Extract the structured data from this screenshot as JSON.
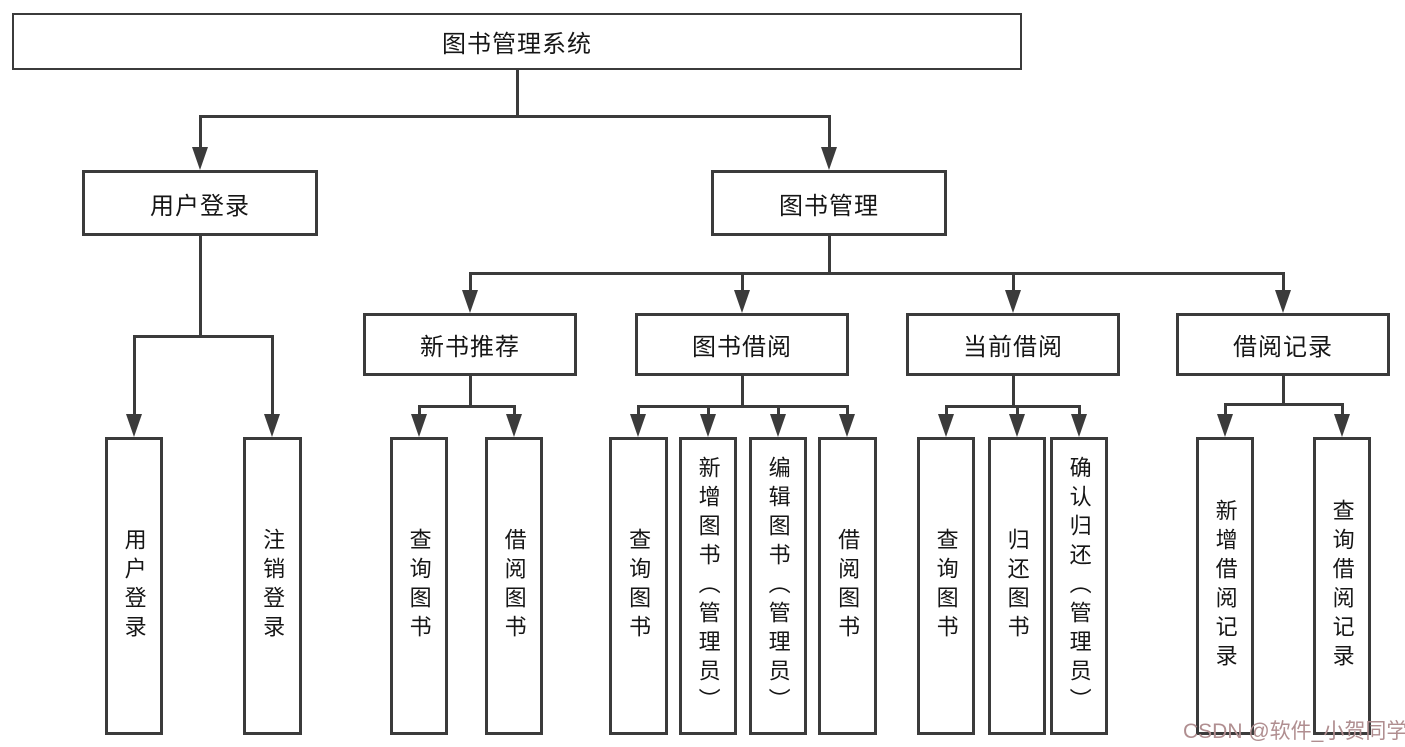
{
  "diagram": {
    "title_node": {
      "label": "图书管理系统"
    },
    "level2": [
      {
        "label": "用户登录"
      },
      {
        "label": "图书管理"
      }
    ],
    "level3": [
      {
        "label": "新书推荐"
      },
      {
        "label": "图书借阅"
      },
      {
        "label": "当前借阅"
      },
      {
        "label": "借阅记录"
      }
    ],
    "leaves": {
      "user_login": [
        "用户登录",
        "注销登录"
      ],
      "new_book": [
        "查询图书",
        "借阅图书"
      ],
      "book_borrow": [
        "查询图书",
        "新增图书（管理员）",
        "编辑图书（管理员）",
        "借阅图书"
      ],
      "current_borrow": [
        "查询图书",
        "归还图书",
        "确认归还（管理员）"
      ],
      "borrow_record": [
        "新增借阅记录",
        "查询借阅记录"
      ]
    }
  },
  "watermark": {
    "text": "CSDN @软件_小贺同学"
  },
  "colors": {
    "line": "#3b3b3b",
    "text": "#161616",
    "watermark": "#b08e90",
    "background": "#ffffff"
  }
}
